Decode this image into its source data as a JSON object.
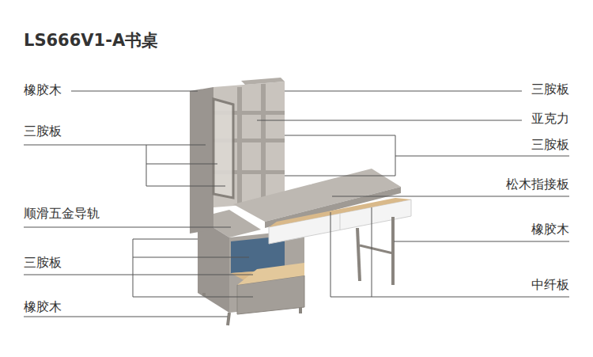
{
  "diagram": {
    "title": "LS666V1-A书桌",
    "labels": [
      "橡胶木",
      "三胺板",
      "顺滑五金导轨",
      "三胺板",
      "橡胶木",
      "三胺板",
      "亚克力",
      "三胺板",
      "松木指接板",
      "橡胶木",
      "中纤板"
    ]
  }
}
